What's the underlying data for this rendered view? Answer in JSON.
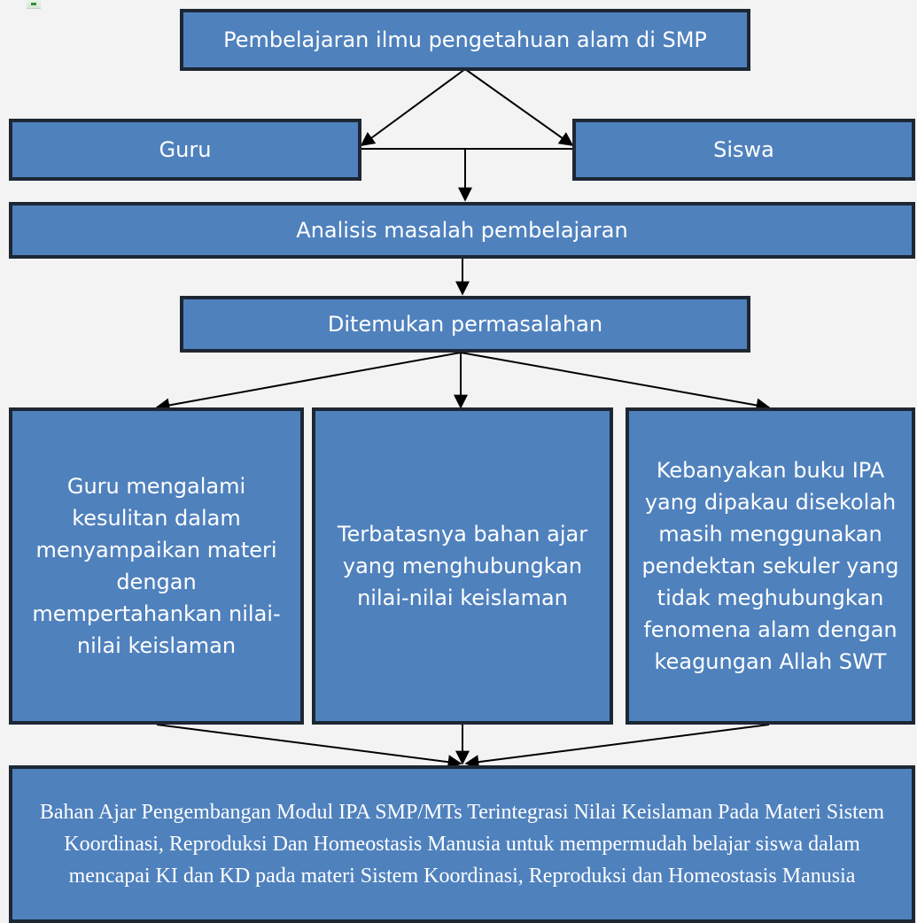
{
  "diagram": {
    "top": "Pembelajaran ilmu pengetahuan alam di SMP",
    "left": "Guru",
    "right": "Siswa",
    "analysis": "Analisis masalah pembelajaran",
    "found": "Ditemukan permasalahan",
    "problem1": "Guru mengalami kesulitan dalam menyampaikan materi dengan mempertahankan nilai-nilai keislaman",
    "problem2": "Terbatasnya bahan ajar yang menghubungkan nilai-nilai keislaman",
    "problem3": "Kebanyakan buku IPA yang dipakau disekolah masih menggunakan pendektan sekuler yang tidak meghubungkan fenomena alam dengan keagungan Allah SWT",
    "solution": "Bahan Ajar Pengembangan Modul IPA SMP/MTs Terintegrasi Nilai Keislaman Pada Materi Sistem Koordinasi, Reproduksi Dan Homeostasis Manusia untuk mempermudah belajar siswa dalam mencapai KI dan KD pada materi Sistem Koordinasi, Reproduksi dan Homeostasis Manusia"
  },
  "colors": {
    "box_fill": "#4f81bd",
    "box_border": "#1d2733",
    "text": "#ffffff",
    "connector": "#000000"
  },
  "icons": {
    "corner": "spreadsheet-icon"
  }
}
